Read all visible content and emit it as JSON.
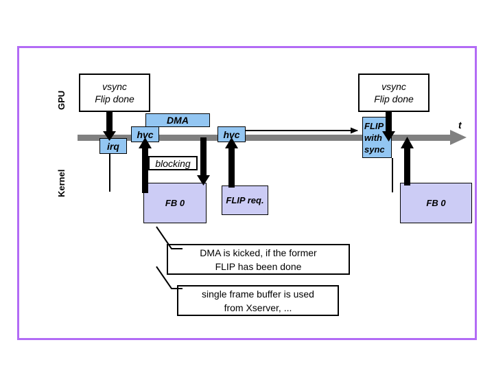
{
  "diagram": {
    "title": "GPU / Kernel vsync flip timing diagram",
    "frame_color": "#b26bf5",
    "timeline_color": "#808080",
    "blue_fill": "#93c6f2",
    "lavender_fill": "#ccccf5",
    "lanes": [
      {
        "id": "gpu",
        "label": "GPU"
      },
      {
        "id": "kernel",
        "label": "Kernel"
      }
    ],
    "axis": {
      "label": "t",
      "direction": "right"
    },
    "gpu_events": [
      {
        "id": "vsync-left",
        "line1": "vsync",
        "line2": "Flip done"
      },
      {
        "id": "vsync-right",
        "line1": "vsync",
        "line2": "Flip done"
      }
    ],
    "timeline_boxes": [
      {
        "id": "irq",
        "label": "irq",
        "fill": "blue"
      },
      {
        "id": "hvc-1",
        "label": "hvc",
        "fill": "blue"
      },
      {
        "id": "dma",
        "label": "DMA",
        "fill": "blue"
      },
      {
        "id": "hvc-2",
        "label": "hvc",
        "fill": "blue"
      },
      {
        "id": "flip-with-sync",
        "label": "FLIP with sync",
        "line1": "FLIP",
        "line2": "with",
        "line3": "sync",
        "fill": "blue"
      }
    ],
    "kernel_boxes": [
      {
        "id": "blocking",
        "label": "blocking",
        "fill": "white"
      },
      {
        "id": "fb0-left",
        "label": "FB 0",
        "fill": "lavender"
      },
      {
        "id": "flip-req",
        "label": "FLIP req.",
        "fill": "lavender"
      },
      {
        "id": "fb0-right",
        "label": "FB 0",
        "fill": "lavender"
      }
    ],
    "notes": [
      {
        "id": "note-dma",
        "line1": "DMA is kicked, if the former",
        "line2": "FLIP has been done"
      },
      {
        "id": "note-fb",
        "line1": "single frame buffer is used",
        "line2": "from Xserver, ..."
      }
    ]
  }
}
